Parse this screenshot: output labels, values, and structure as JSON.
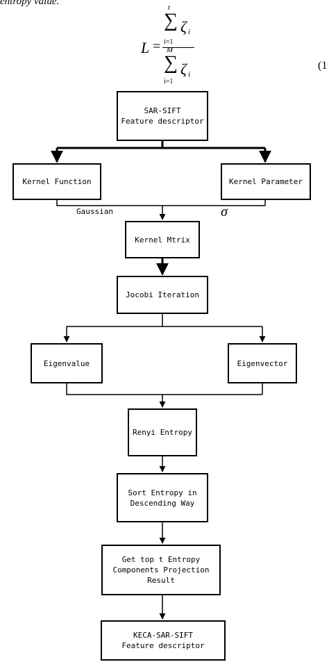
{
  "caption": "entropy value.",
  "equation": {
    "lhs": "L",
    "equals": "=",
    "num_sigma": "∑",
    "num_upper": "t",
    "num_lower": "i=1",
    "num_term": "ζ",
    "num_sub": "i",
    "den_sigma": "∑",
    "den_upper": "M",
    "den_lower": "i=1",
    "den_term": "ζ",
    "den_sub": "i",
    "number": "(1"
  },
  "flow": {
    "sar_sift": "SAR-SIFT\nFeature descriptor",
    "kernel_function": "Kernel Function",
    "kernel_parameter": "Kernel Parameter",
    "gaussian_label": "Gaussian",
    "sigma_label": "σ",
    "kernel_matrix": "Kernel Mtrix",
    "jacobi": "Jocobi Iteration",
    "eigenvalue": "Eigenvalue",
    "eigenvector": "Eigenvector",
    "renyi": "Renyi Entropy",
    "sort": "Sort Entropy in\nDescending Way",
    "topt": "Get top t Entropy\nComponents Projection\nResult",
    "keca": "KECA-SAR-SIFT\nFeature descriptor"
  }
}
